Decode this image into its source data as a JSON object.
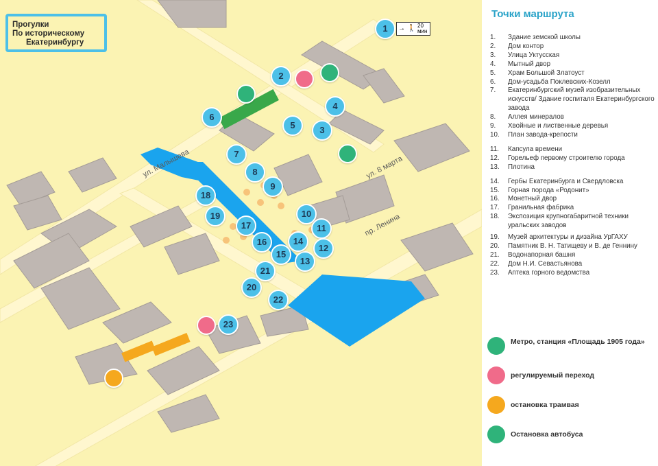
{
  "title": {
    "line1": "Прогулки",
    "line2": "По историческому",
    "line3": "Екатеринбургу"
  },
  "time_badge": {
    "value": "20",
    "unit": "мин"
  },
  "streets": {
    "malysheva": "ул. Малышева",
    "march8": "ул. 8 марта",
    "lenina": "пр. Ленина"
  },
  "pins": [
    "1",
    "2",
    "3",
    "4",
    "5",
    "6",
    "7",
    "8",
    "9",
    "10",
    "11",
    "12",
    "13",
    "14",
    "15",
    "16",
    "17",
    "18",
    "19",
    "20",
    "21",
    "22",
    "23"
  ],
  "panel": {
    "heading": "Точки маршрута",
    "stops": [
      {
        "n": "1.",
        "t": "Здание земской школы"
      },
      {
        "n": "2.",
        "t": "Дом контор"
      },
      {
        "n": "3.",
        "t": "Улица Уктусская"
      },
      {
        "n": "4.",
        "t": "Мытный двор"
      },
      {
        "n": "5.",
        "t": "Храм Большой Златоуст"
      },
      {
        "n": "6.",
        "t": "Дом-усадьба Поклевских-Козелл"
      },
      {
        "n": "7.",
        "t": "Екатеринбургский музей изобразительных искусств/ Здание госпиталя Екатеринбургского завода"
      },
      {
        "n": "8.",
        "t": "Аллея минералов"
      },
      {
        "n": "9.",
        "t": "Хвойные и лиственные деревья"
      },
      {
        "n": "10.",
        "t": "План завода-крепости"
      },
      {
        "n": "11.",
        "t": "Капсула времени"
      },
      {
        "n": "12.",
        "t": "Горельеф первому строителю города"
      },
      {
        "n": "13.",
        "t": "Плотина"
      },
      {
        "n": "14.",
        "t": "Гербы Екатеринбурга и Свердловска"
      },
      {
        "n": "15.",
        "t": "Горная порода «Родонит»"
      },
      {
        "n": "16.",
        "t": "Монетный двор"
      },
      {
        "n": "17.",
        "t": "Гранильная фабрика"
      },
      {
        "n": "18.",
        "t": "Экспозиция крупногабаритной техники уральских заводов"
      },
      {
        "n": "19.",
        "t": "Музей архитектуры и дизайна УрГАХУ"
      },
      {
        "n": "20.",
        "t": "Памятник В. Н. Татищеву и В. де Геннину"
      },
      {
        "n": "21.",
        "t": "Водонапорная башня"
      },
      {
        "n": "22.",
        "t": "Дом Н.И. Севастьянова"
      },
      {
        "n": "23.",
        "t": "Аптека горного ведомства"
      }
    ]
  },
  "legend": {
    "metro": "Метро, станция «Площадь 1905 года»",
    "crossing": "регулируемый переход",
    "tram": "остановка трамвая",
    "bus": "Остановка автобуса"
  },
  "colors": {
    "background": "#fbf3b3",
    "road": "#fff7cf",
    "building": "#bfb7b2",
    "water": "#1aa4ee",
    "pin": "#4cc0e8",
    "metro": "#2fb37a",
    "crossing": "#f06b8a",
    "tram": "#f5a81e",
    "bus": "#2fb37a",
    "accent": "#2aa3c8"
  }
}
